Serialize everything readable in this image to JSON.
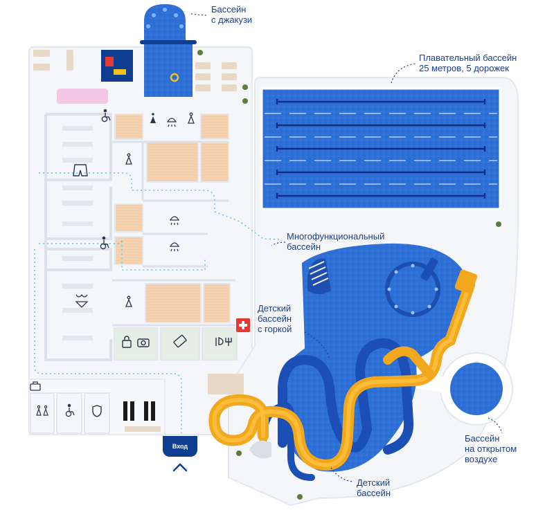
{
  "labels": {
    "jacuzzi": [
      "Бассейн",
      "с джакузи"
    ],
    "swimming": [
      "Плавательный бассейн",
      "25 метров, 5 дорожек"
    ],
    "multi": [
      "Многофункциональный",
      "бассейн"
    ],
    "kids_slide": [
      "Детский",
      "бассейн",
      "с горкой"
    ],
    "outdoor": [
      "Бассейн",
      "на открытом",
      "воздухе"
    ],
    "kids": [
      "Детский",
      "бассейн"
    ]
  },
  "entrance_label": "Вход",
  "icons": [
    "wheelchair-icon",
    "female-icon",
    "male-icon",
    "shower-icon",
    "swim-shorts-icon",
    "bikini-icon",
    "lock-icon",
    "camera-icon",
    "ticket-icon",
    "cafe-icon",
    "first-aid-icon",
    "luggage-icon",
    "shield-icon",
    "chevron-up-icon"
  ],
  "colors": {
    "water": "#2e6fd6",
    "water_dark": "#1d4fae",
    "navy": "#0f3d8f",
    "sauna": "#f4d2b0",
    "floor": "#f4f6f9",
    "wall": "#e3e7ee",
    "slide": "#f2a81d",
    "slide_blue": "#1b4fb5",
    "lane": "#0f2f87",
    "label": "#1c3d8f"
  }
}
